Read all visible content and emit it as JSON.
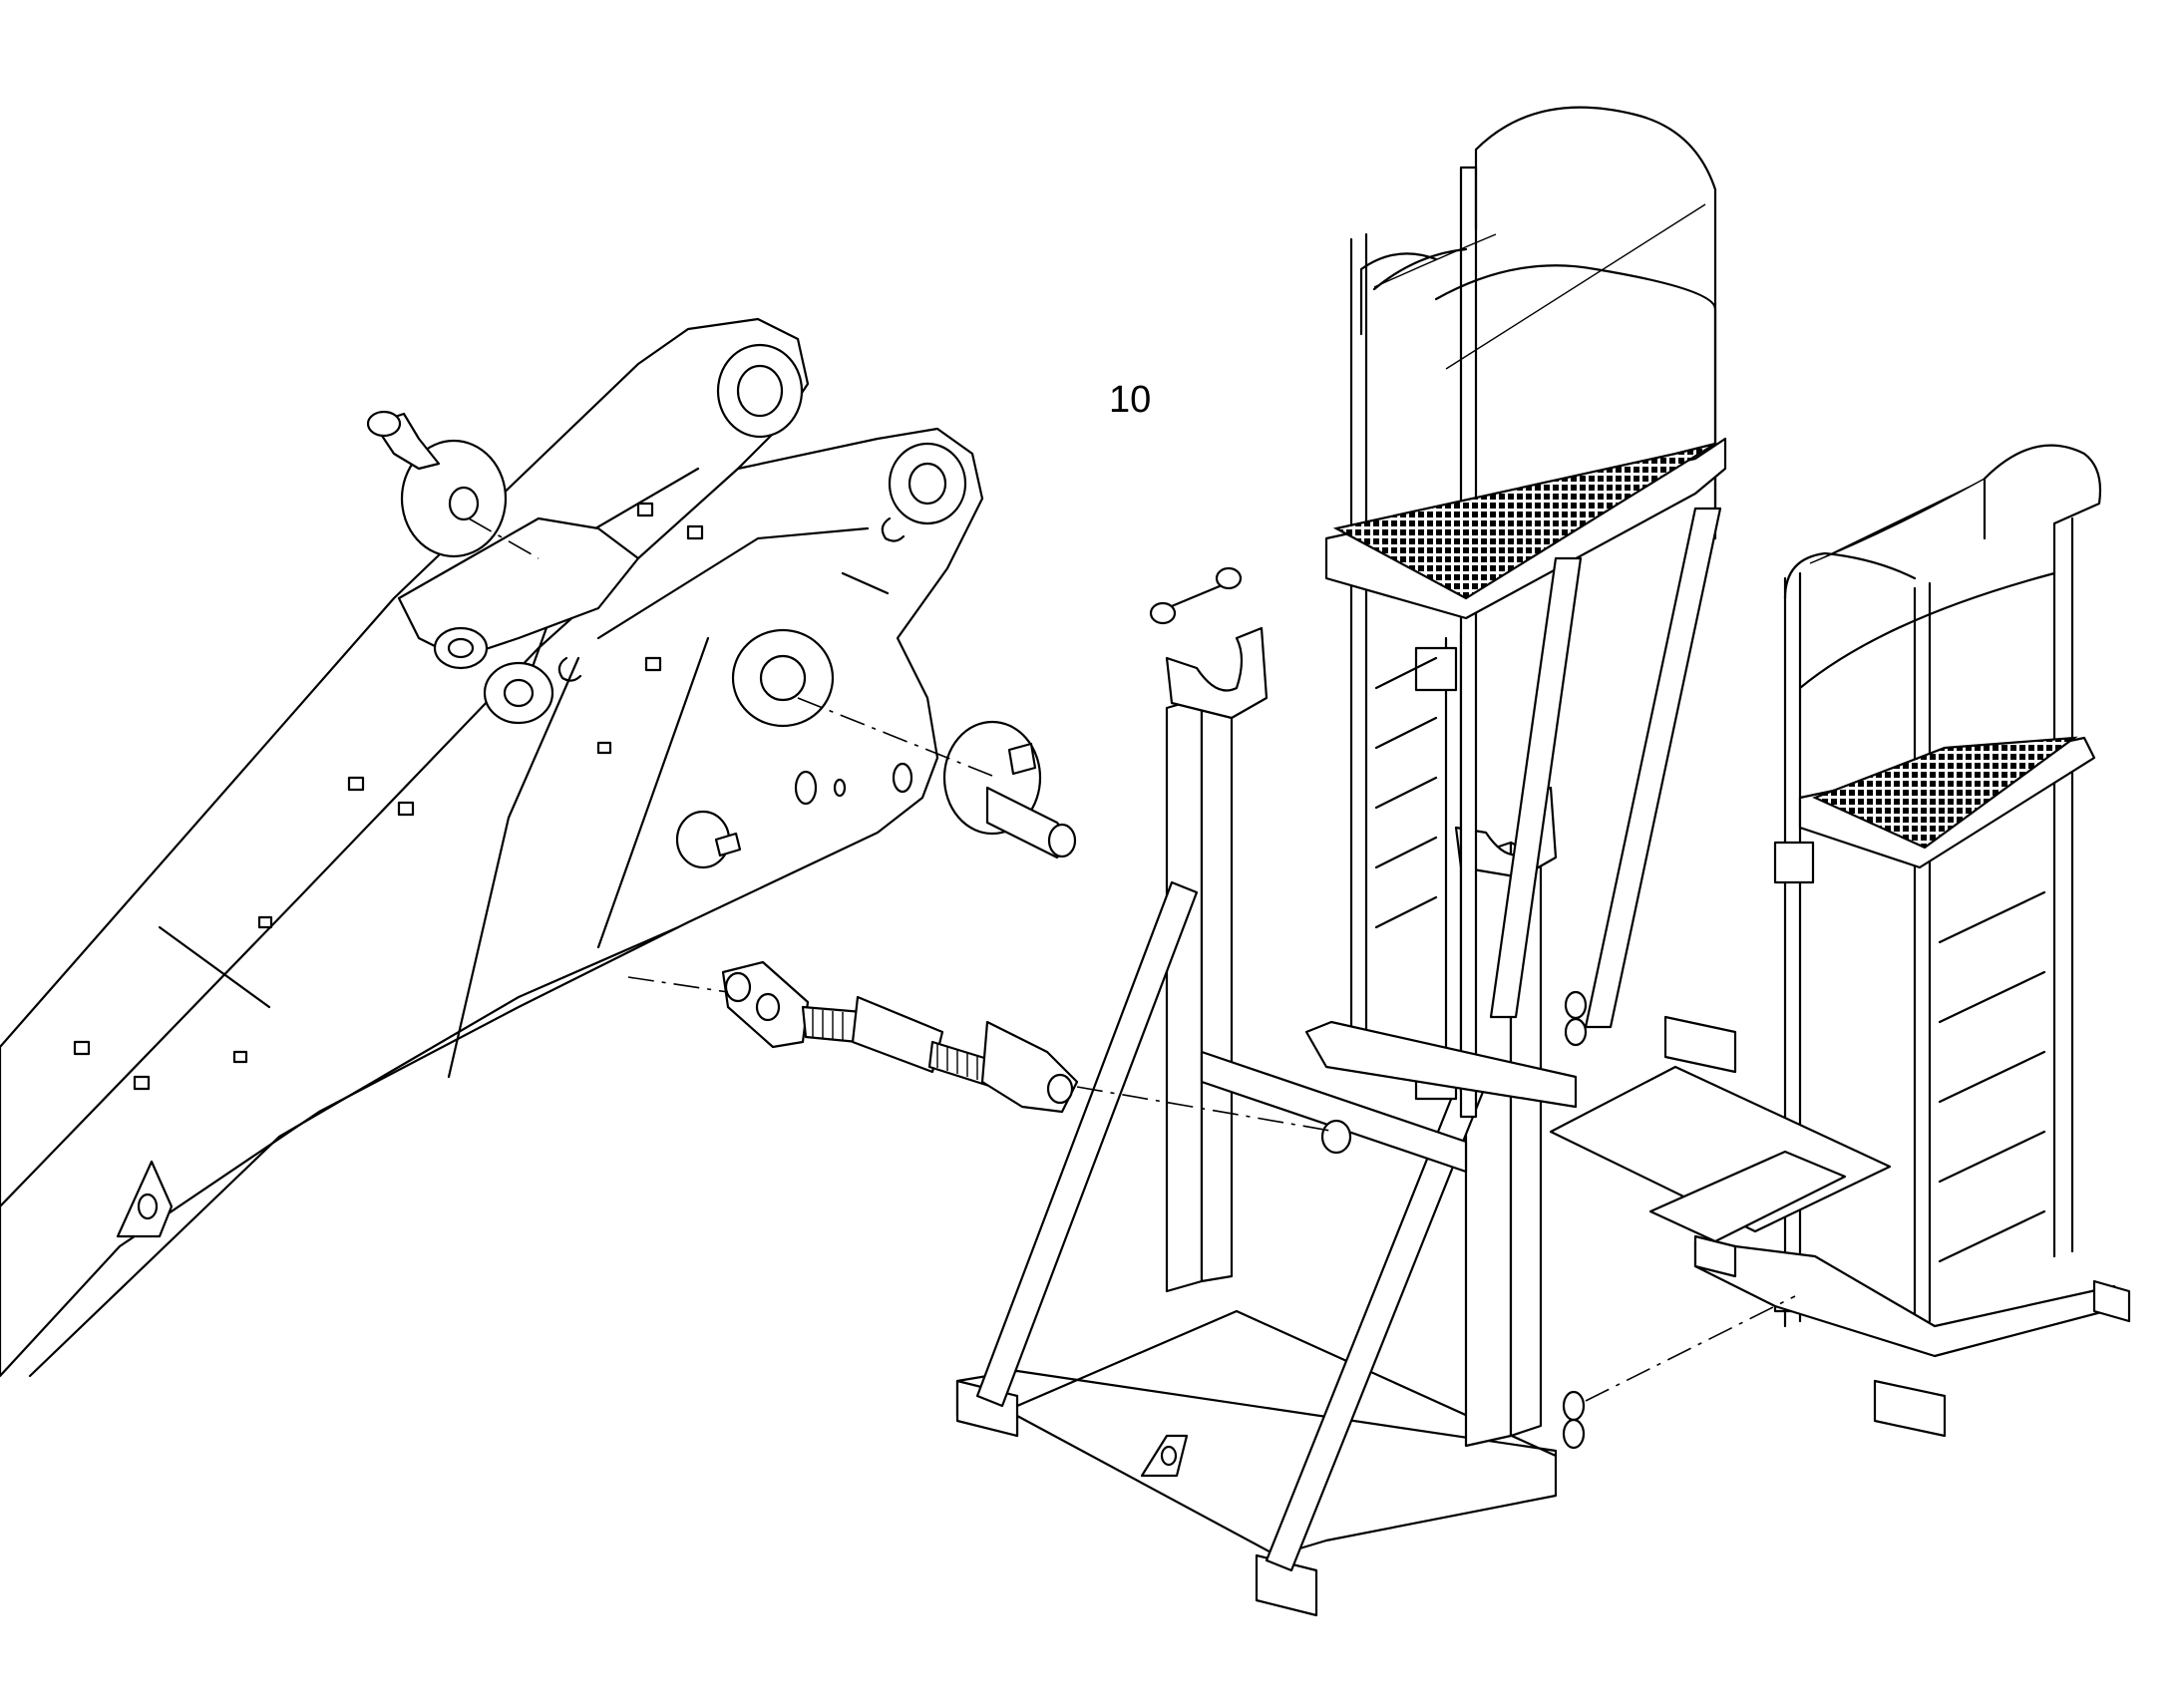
{
  "figure": {
    "callout_label": "10",
    "components": [
      {
        "name": "boom-arm",
        "icon": "boom-arm-icon"
      },
      {
        "name": "pivot-pin-upper",
        "icon": "pin-flange-icon"
      },
      {
        "name": "pivot-pin-lower",
        "icon": "pin-flange-icon"
      },
      {
        "name": "turnbuckle",
        "icon": "turnbuckle-icon"
      },
      {
        "name": "support-stand",
        "icon": "stand-icon"
      },
      {
        "name": "access-platform-tall",
        "icon": "platform-ladder-icon"
      },
      {
        "name": "access-platform-short",
        "icon": "platform-ladder-icon"
      },
      {
        "name": "lock-pin",
        "icon": "lock-pin-icon"
      }
    ],
    "colors": {
      "line": "#000000",
      "background": "#ffffff"
    }
  }
}
